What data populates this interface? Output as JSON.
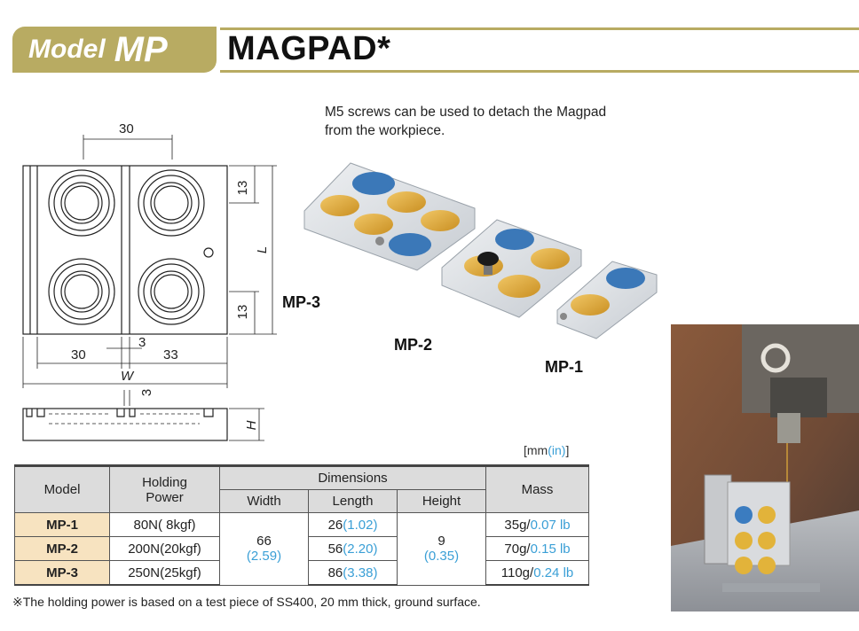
{
  "header": {
    "model_word": "Model",
    "model_code": "MP",
    "title": "MAGPAD*"
  },
  "note": {
    "line1": "M5 screws can be used to detach the Magpad",
    "line2": "from the workpiece."
  },
  "drawing": {
    "dim_top": "30",
    "dim_13_top": "13",
    "dim_13_bot": "13",
    "dim_L": "L",
    "dim_3": "3",
    "dim_30_bot": "30",
    "dim_33": "33",
    "dim_W": "W",
    "dim_3_side": "3",
    "dim_H": "H"
  },
  "product_labels": {
    "mp3": "MP-3",
    "mp2": "MP-2",
    "mp1": "MP-1"
  },
  "units": {
    "open": "[mm",
    "inch": "(in)",
    "close": "]"
  },
  "table": {
    "headers": {
      "model": "Model",
      "holding_1": "Holding",
      "holding_2": "Power",
      "dimensions": "Dimensions",
      "width": "Width",
      "length": "Length",
      "height": "Height",
      "mass": "Mass"
    },
    "width_mm": "66",
    "width_in": "(2.59)",
    "height_mm": "9",
    "height_in": "(0.35)",
    "rows": [
      {
        "model": "MP-1",
        "power": "80N(  8kgf)",
        "length_mm": "26",
        "length_in": "(1.02)",
        "mass_g": "35g/",
        "mass_lb": "0.07 lb"
      },
      {
        "model": "MP-2",
        "power": "200N(20kgf)",
        "length_mm": "56",
        "length_in": "(2.20)",
        "mass_g": "70g/",
        "mass_lb": "0.15 lb"
      },
      {
        "model": "MP-3",
        "power": "250N(25kgf)",
        "length_mm": "86",
        "length_in": "(3.38)",
        "mass_g": "110g/",
        "mass_lb": "0.24 lb"
      }
    ]
  },
  "footnote": "※The holding power is based on a test piece of SS400, 20 mm thick, ground surface.",
  "colors": {
    "accent": "#b8ab62",
    "inch_blue": "#3a9fd6",
    "model_cell": "#f7e3c0",
    "header_cell": "#dcdcdc"
  }
}
